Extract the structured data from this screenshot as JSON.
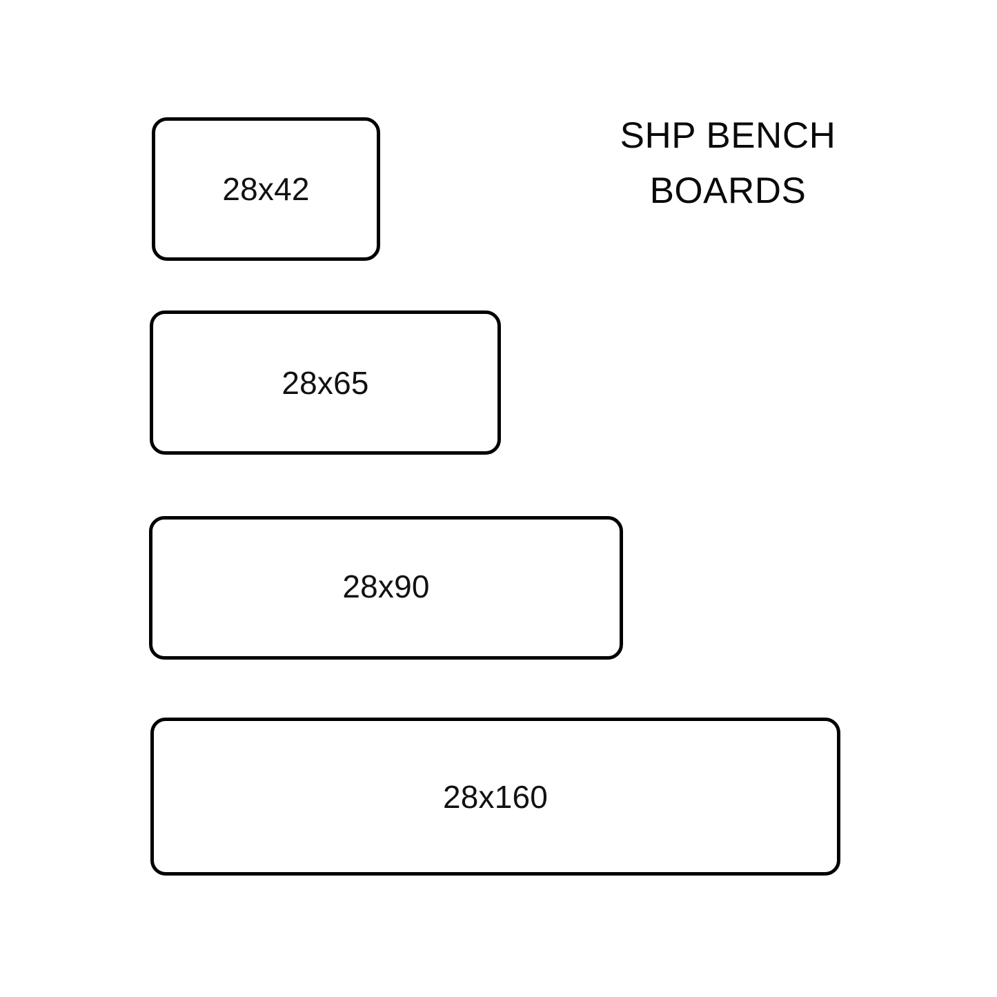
{
  "page": {
    "background_color": "#ffffff",
    "stroke_color": "#000000",
    "text_color": "#111111"
  },
  "title": {
    "line1": "SHP BENCH",
    "line2": "BOARDS"
  },
  "boards": [
    {
      "label": "28x42",
      "thickness": "28",
      "width_mm": "42"
    },
    {
      "label": "28x65",
      "thickness": "28",
      "width_mm": "65"
    },
    {
      "label": "28x90",
      "thickness": "28",
      "width_mm": "90"
    },
    {
      "label": "28x160",
      "thickness": "28",
      "width_mm": "160"
    }
  ]
}
